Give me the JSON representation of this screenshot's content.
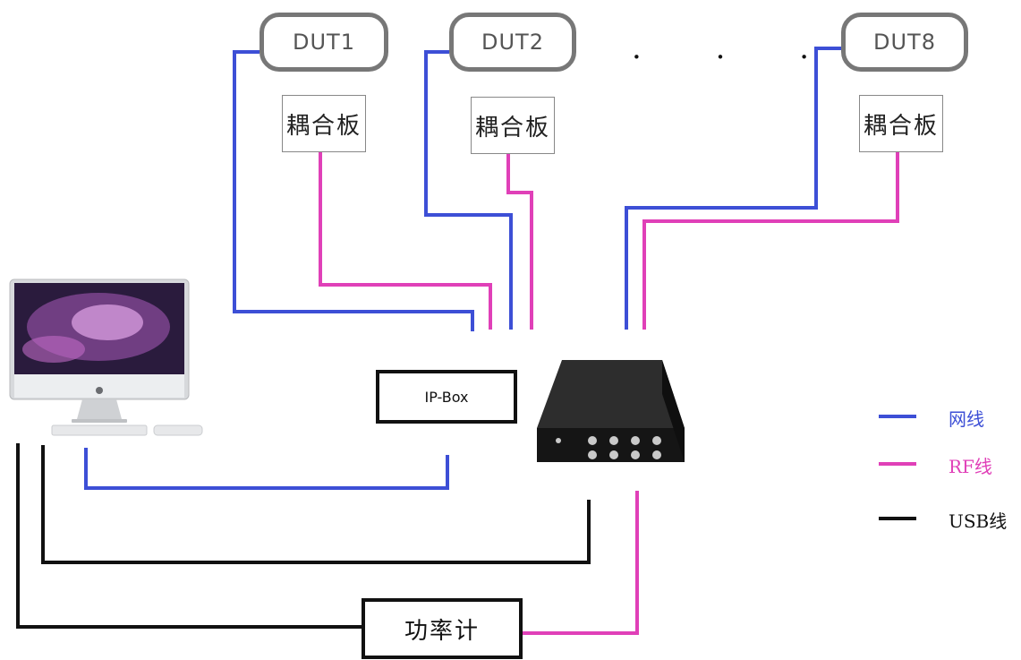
{
  "duts": [
    {
      "label": "DUT1"
    },
    {
      "label": "DUT2"
    },
    {
      "label": "DUT8"
    }
  ],
  "coupler_label": "耦合板",
  "ellipsis": "· · ·",
  "ip_box": {
    "label": "IP-Box"
  },
  "power_meter": {
    "label": "功率计"
  },
  "legend": [
    {
      "label": "网线",
      "color": "#3d4fd6"
    },
    {
      "label": "RF线",
      "color": "#e040b8"
    },
    {
      "label": "USB线",
      "color": "#111111"
    }
  ],
  "colors": {
    "network": "#3d4fd6",
    "rf": "#e040b8",
    "usb": "#111111",
    "dut_border": "#777777"
  },
  "icons": [
    "computer-monitor-icon",
    "keyboard-icon",
    "mouse-icon",
    "rf-shield-box-icon"
  ]
}
